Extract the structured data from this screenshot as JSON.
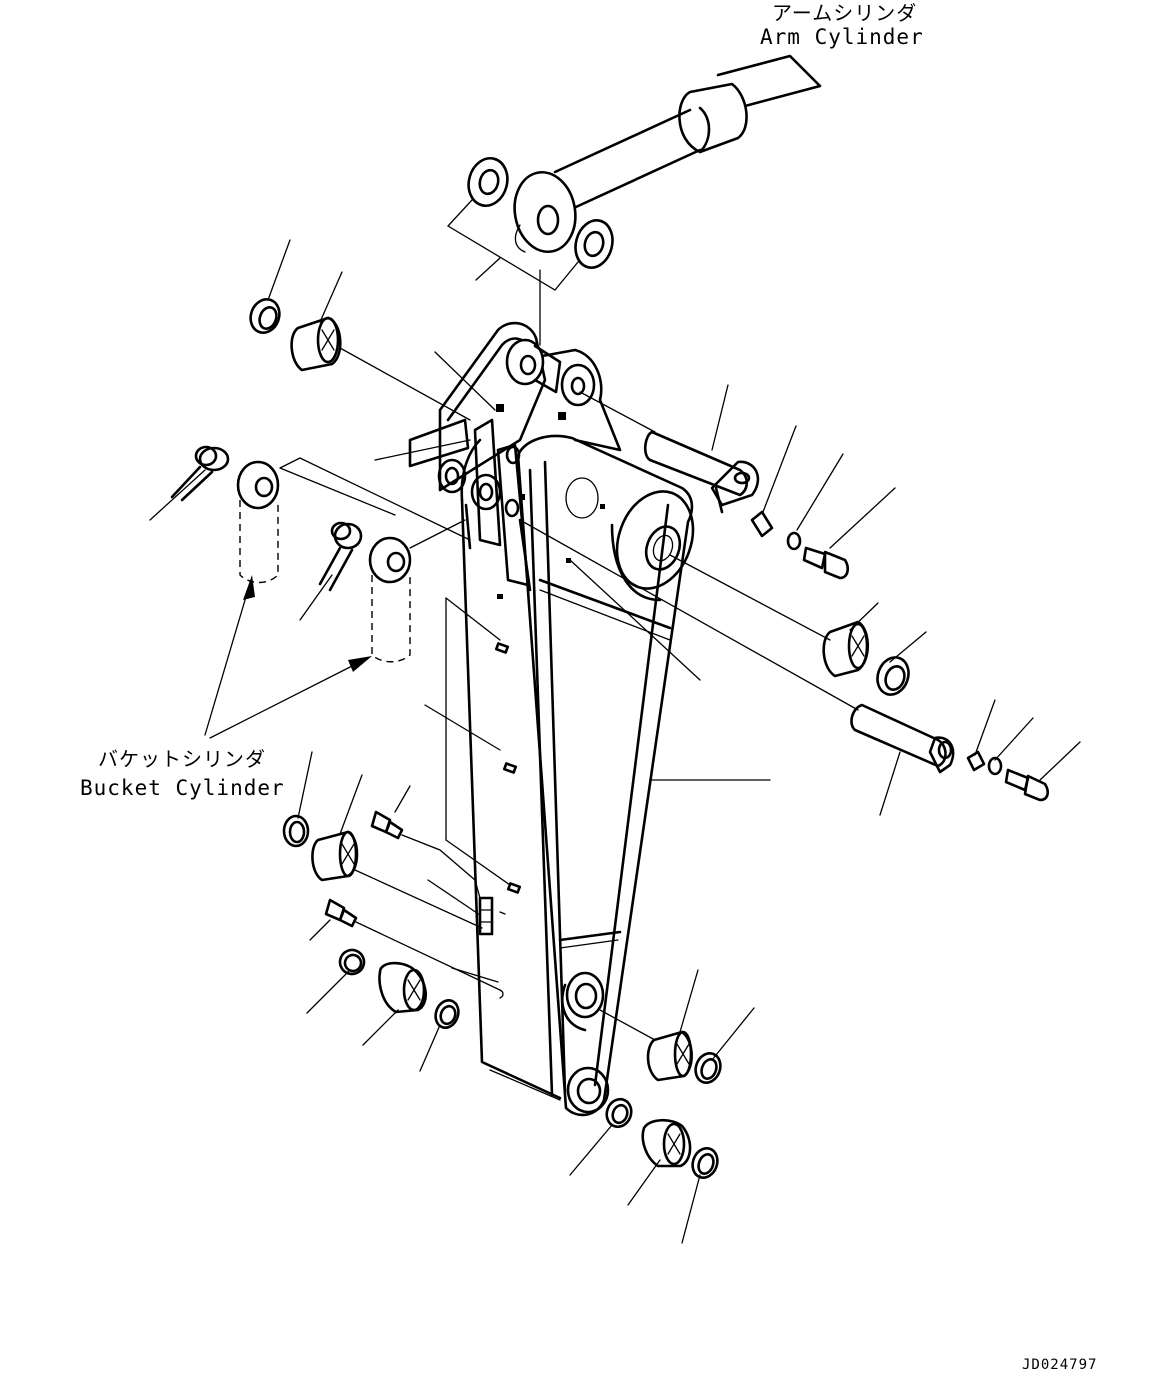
{
  "labels": {
    "arm_cylinder_jp": "アームシリンダ",
    "arm_cylinder_en": "Arm Cylinder",
    "bucket_cylinder_jp": "バケットシリンダ",
    "bucket_cylinder_en": "Bucket Cylinder"
  },
  "drawing_code": "JD024797",
  "colors": {
    "ink": "#000000",
    "paper": "#ffffff"
  }
}
